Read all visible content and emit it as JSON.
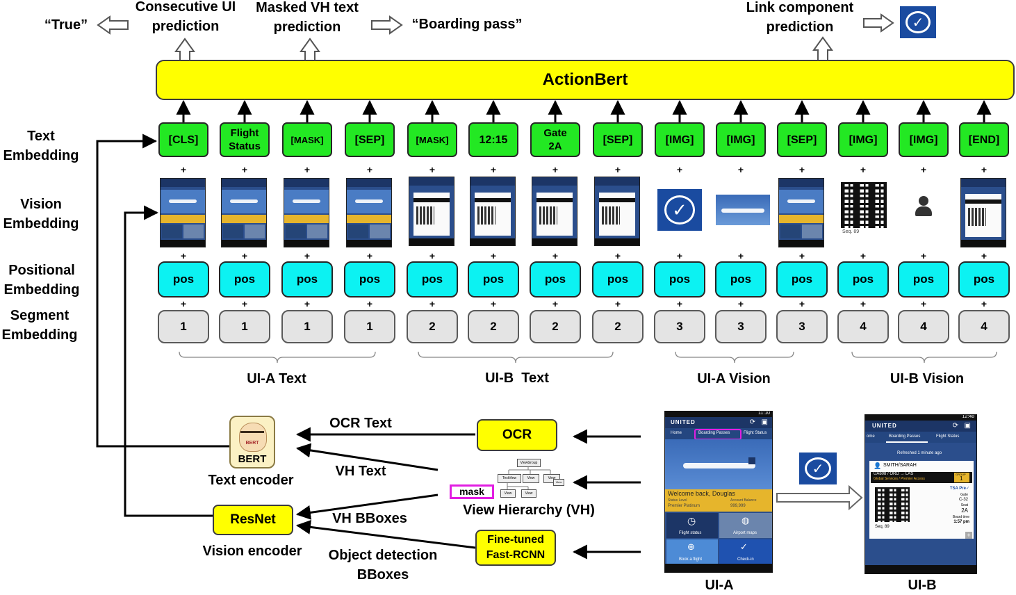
{
  "top": {
    "out_true": "“True”",
    "head_consecutive": "Consecutive UI\nprediction",
    "head_masked": "Masked VH text\nprediction",
    "out_boarding": "“Boarding pass”",
    "head_link": "Link component\nprediction",
    "model": "ActionBert"
  },
  "row_labels": {
    "text": "Text\nEmbedding",
    "vision": "Vision\nEmbedding",
    "positional": "Positional\nEmbedding",
    "segment": "Segment\nEmbedding"
  },
  "tokens": [
    "[CLS]",
    "Flight\nStatus",
    "[MASK]",
    "[SEP]",
    "[MASK]",
    "12:15",
    "Gate\n2A",
    "[SEP]",
    "[IMG]",
    "[IMG]",
    "[SEP]",
    "[IMG]",
    "[IMG]",
    "[END]"
  ],
  "pos_label": "pos",
  "segments": [
    "1",
    "1",
    "1",
    "1",
    "2",
    "2",
    "2",
    "2",
    "3",
    "3",
    "3",
    "4",
    "4",
    "4"
  ],
  "plus": "+",
  "groups": [
    "UI-A Text",
    "UI-B  Text",
    "UI-A Vision",
    "UI-B Vision"
  ],
  "pipeline": {
    "ocr_text": "OCR Text",
    "vh_text": "VH Text",
    "vh_bboxes": "VH BBoxes",
    "od_bboxes": "Object detection\nBBoxes",
    "ocr": "OCR",
    "mask": "mask",
    "vh": "View Hierarchy (VH)",
    "rcnn": "Fine-tuned\nFast-RCNN",
    "bert_label": "BERT",
    "bert_top": "BERT",
    "text_encoder": "Text encoder",
    "resnet": "ResNet",
    "vision_encoder": "Vision encoder",
    "vh_root": "ViewGroup",
    "vh_node1": "TextView",
    "vh_node2": "View",
    "vh_node3": "View",
    "vh_leaf1": "View",
    "vh_leaf2": "View",
    "vh_leaf3": "View"
  },
  "uia": {
    "caption": "UI-A",
    "time": "11:10",
    "brand": "UNITED",
    "tab_home": "Home",
    "tab_bp": "Boarding Passes",
    "tab_fs": "Flight Status",
    "welcome": "Welcome back, Douglas",
    "status_level": "Status Level",
    "account_balance": "Account Balance",
    "tier": "Premier Platinum",
    "miles": "999,999",
    "t1": "Flight status",
    "t2": "Airport maps",
    "t3": "Book a flight",
    "t4": "Check-in"
  },
  "uib": {
    "caption": "UI-B",
    "time": "12:48",
    "brand": "UNITED",
    "tab_home": "ome",
    "tab_bp": "Boarding Passes",
    "tab_fs": "Flight Status",
    "refreshed": "Refreshed 1 minute ago",
    "name": "SMITH/SARAH",
    "route": "UA608 / ORD → LAS",
    "services": "Global Services / Premier Access",
    "group_lbl": "GROUP",
    "group": "1",
    "tsa": "TSA Pre✓",
    "gate_lbl": "Gate",
    "gate": "C-32",
    "seat_lbl": "Seat",
    "seat": "2A",
    "board_lbl": "Board time",
    "board": "1:57 pm",
    "seq": "Seq. 89"
  },
  "vision_seq": "Seq. 89"
}
